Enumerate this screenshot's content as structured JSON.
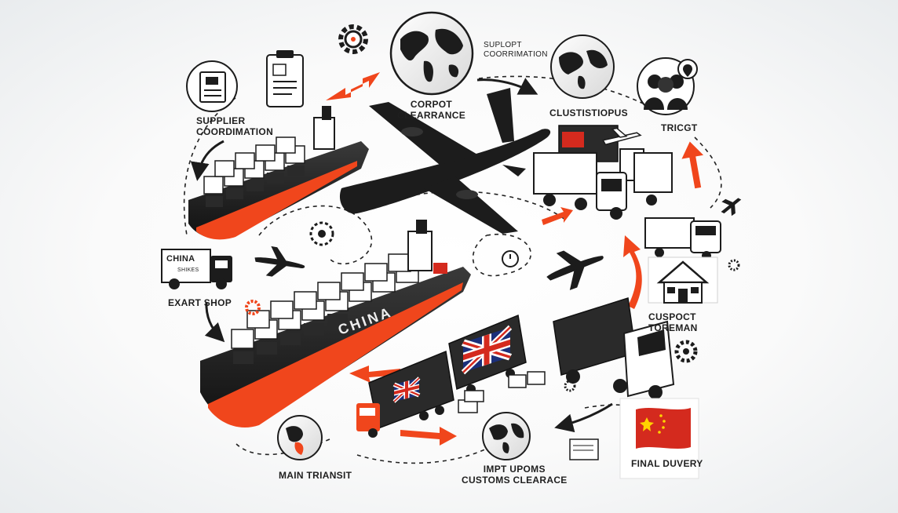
{
  "labels": {
    "supplier_1": "SUPPLIER",
    "supplier_2": "COORDIMATION",
    "export_shop": "EXART SHOP",
    "main_transit": "MAIN TRIANSIT",
    "corpot_1": "CORPOT",
    "corpot_2": "CLEARRANCE",
    "suplopt_1": "SUPLOPT",
    "suplopt_2": "COORRIMATION",
    "clustistiopus": "CLUSTISTIOPUS",
    "tricgt": "TRICGT",
    "cuspoct_1": "CUSPOCT",
    "cuspoct_2": "TOREMAN",
    "impt_1": "IMPT UPOMS",
    "impt_2": "CUSTOMS CLEARACE",
    "final_delivery": "FINAL DUVERY",
    "truck_china_1": "CHINA",
    "truck_china_2": "SHIKES",
    "ship_china": "CHINA"
  },
  "colors": {
    "accent": "#f0461c",
    "dark": "#1c1c1c",
    "container": "#3a3a3a",
    "flag_red": "#d42a1e",
    "flag_blue": "#1b2f7a"
  },
  "icons": [
    "gear-icon",
    "document-icon",
    "clipboard-icon",
    "world-globe-icon",
    "people-icon",
    "location-pin-icon",
    "house-icon",
    "china-flag-icon",
    "uk-flag-icon",
    "airplane-icon",
    "cargo-ship-icon",
    "truck-icon"
  ]
}
